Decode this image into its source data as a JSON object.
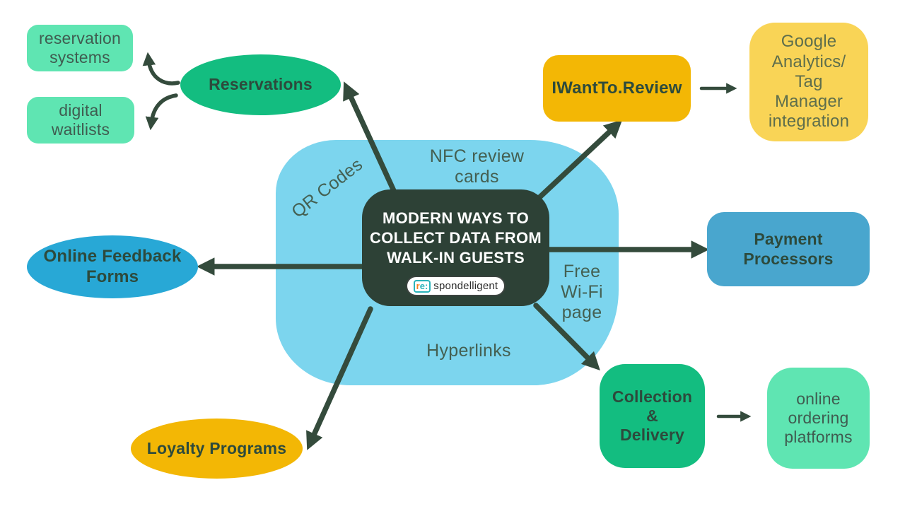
{
  "diagram": {
    "title": "MODERN WAYS TO\nCOLLECT DATA FROM\nWALK-IN GUESTS",
    "logo": {
      "prefix_r": "r",
      "prefix_e": "e:",
      "name": "spondelligent"
    },
    "channel_labels": {
      "qr_codes": "QR Codes",
      "nfc": "NFC review\ncards",
      "wifi": "Free\nWi-Fi\npage",
      "hyperlinks": "Hyperlinks"
    },
    "nodes": {
      "reservations": "Reservations",
      "reservation_systems": "reservation\nsystems",
      "digital_waitlists": "digital\nwaitlists",
      "iwantto_review": "IWantTo.Review",
      "google_analytics": "Google\nAnalytics/\nTag\nManager\nintegration",
      "payment_processors": "Payment\nProcessors",
      "collection_delivery": "Collection\n&\nDelivery",
      "online_ordering": "online\nordering\nplatforms",
      "loyalty_programs": "Loyalty Programs",
      "online_feedback": "Online Feedback\nForms"
    },
    "colors": {
      "blob": "#7cd5ee",
      "mint": "#5fe5b2",
      "emerald": "#13bd80",
      "gold": "#f3b705",
      "light_yellow": "#f9d456",
      "cyan_blue": "#28a8d6",
      "steel_blue": "#49a6ce",
      "dark_box": "#2d4136",
      "arrow": "#344b3c",
      "label_text": "#446052",
      "node_text": "#2d4a3c",
      "soft_text": "#3f5c50",
      "olive_text": "#5e6e4c"
    }
  }
}
